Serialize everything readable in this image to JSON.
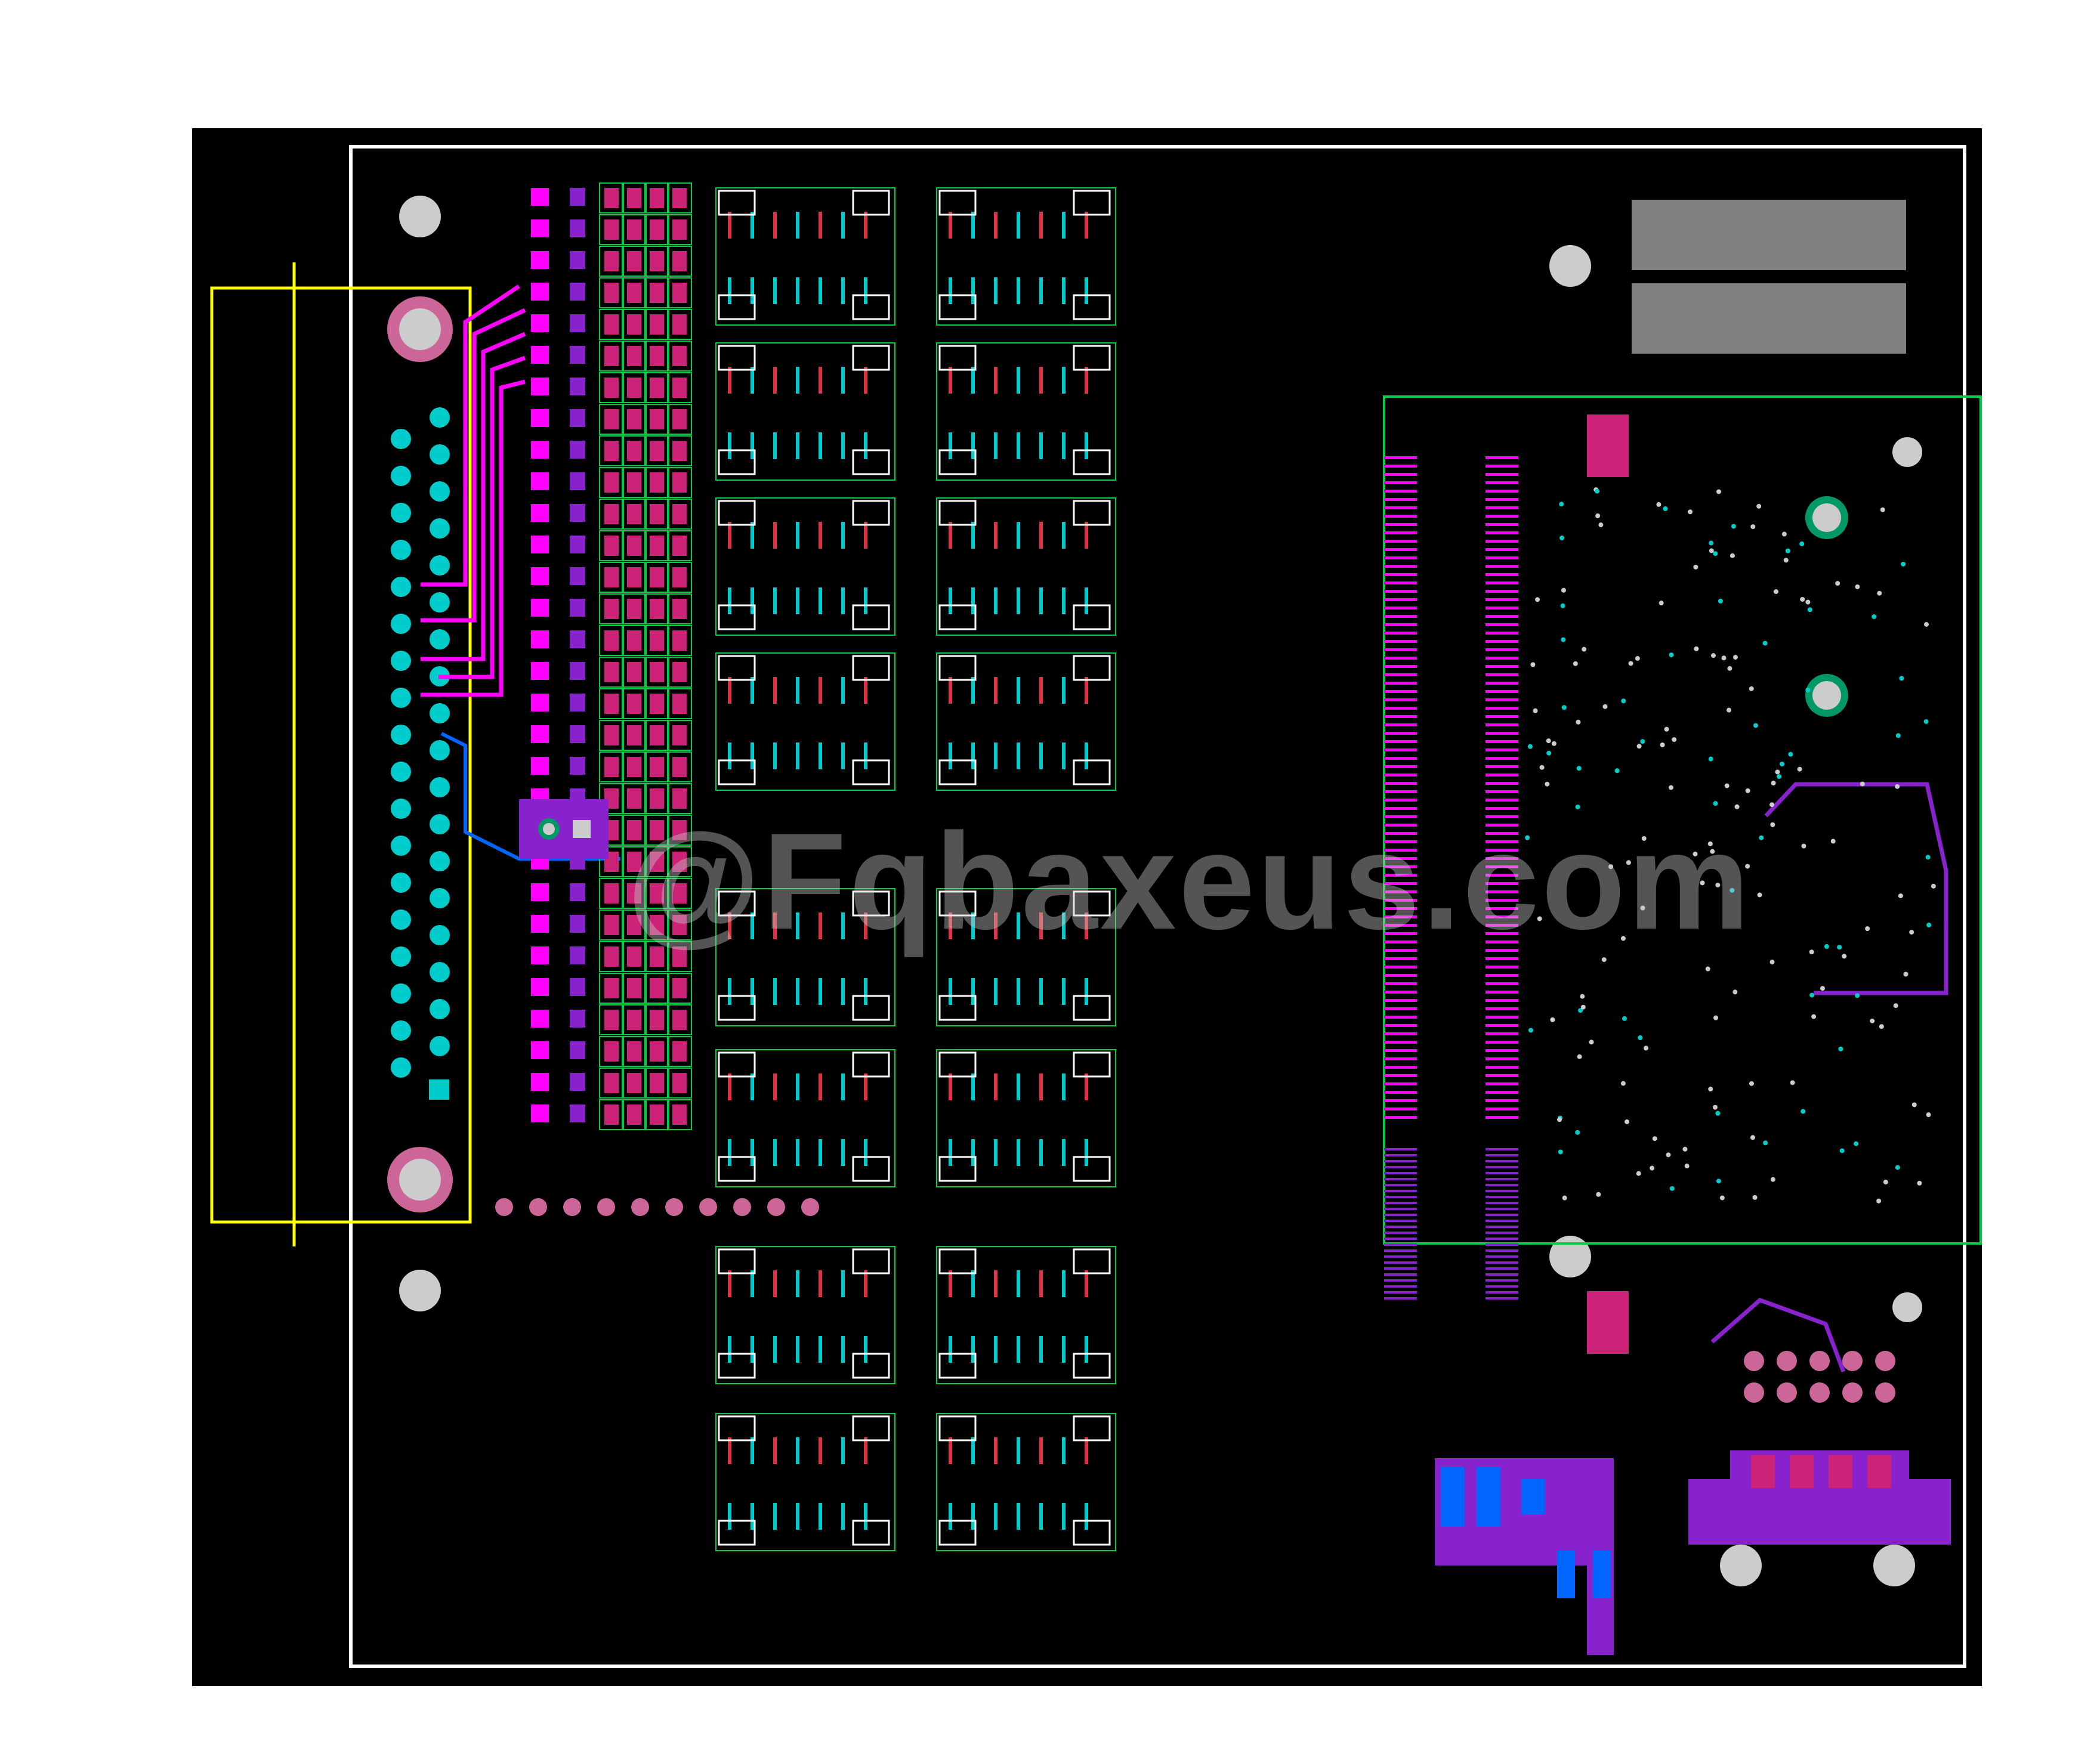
{
  "watermark": "@Fqbaxeus.com",
  "colors": {
    "canvas": "#ffffff",
    "board": "#000000",
    "outline": "#ffffff",
    "silkscreen": "#ffff00",
    "top_copper": "#ff00ff",
    "bottom_copper": "#0066ff",
    "pad_cyan": "#00cccc",
    "pad_pink": "#cc2277",
    "pad_purple": "#8822cc",
    "hole_gray": "#cccccc",
    "gray_fill": "#808080",
    "green_outline": "#00cc44",
    "red_trace": "#dd3344",
    "mounting_pink": "#cc6699",
    "teal": "#009966"
  },
  "layers": [
    "board-outline",
    "silkscreen",
    "top-copper",
    "bottom-copper",
    "pads",
    "vias",
    "mounting-holes"
  ]
}
